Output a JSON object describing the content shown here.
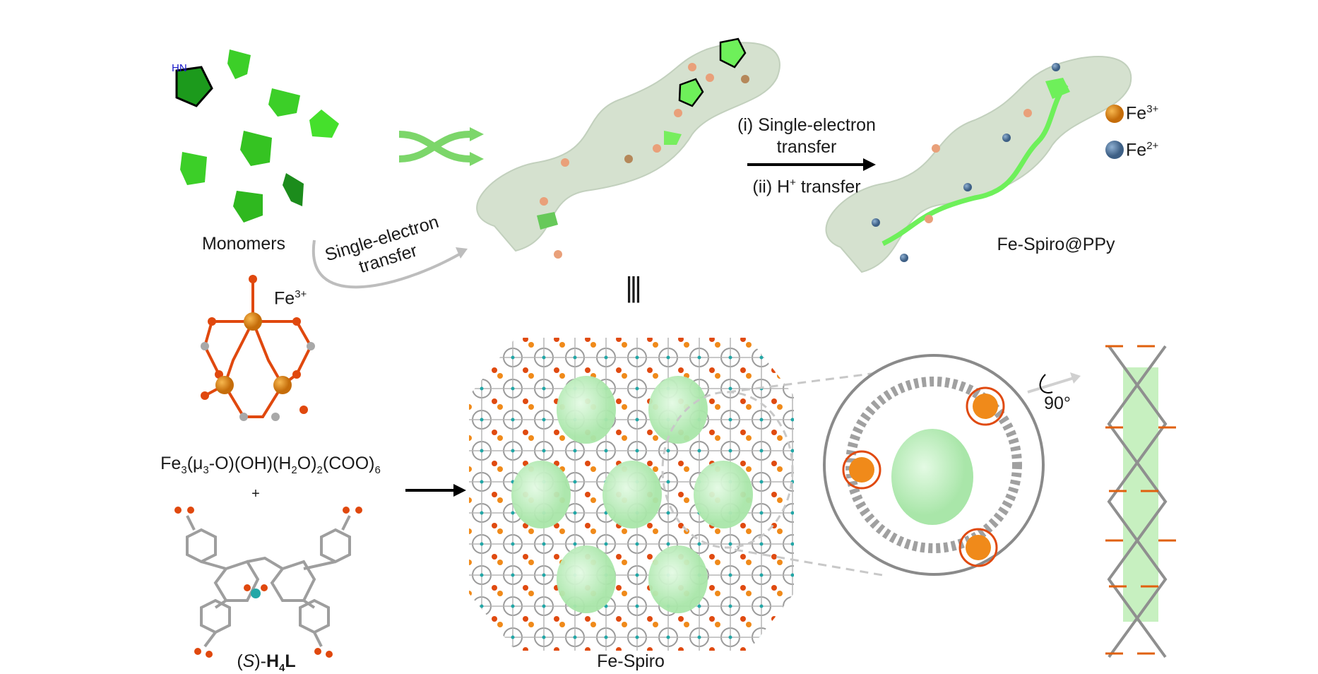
{
  "monomers_label": "Monomers",
  "curved_arrow_label": {
    "line1": "Single-electron",
    "line2": "transfer"
  },
  "reaction_arrow": {
    "step1_line1": "(i) Single-electron",
    "step1_line2": "transfer",
    "step2_prefix": "(ii) H",
    "step2_sup": "+",
    "step2_suffix": " transfer"
  },
  "legend": [
    {
      "label": "Fe",
      "charge": "3+",
      "color": "#e08a1e"
    },
    {
      "label": "Fe",
      "charge": "2+",
      "color": "#5a7fa6"
    }
  ],
  "product_label": "Fe-Spiro@PPy",
  "equivalence_symbol": "|||",
  "cluster_label": {
    "ion": "Fe",
    "charge": "3+"
  },
  "formula": {
    "parts": [
      "Fe",
      "3",
      "(μ",
      "3",
      "-O)(OH)(H",
      "2",
      "O)",
      "2",
      "(COO)",
      "6"
    ]
  },
  "plus": "+",
  "ligand_label": {
    "prefix": "(",
    "italic": "S",
    "mid": ")-",
    "bold": "H",
    "sub": "4",
    "bold2": "L"
  },
  "framework_label": "Fe-Spiro",
  "rotation_label": "90°",
  "pyrrole_label": "HN",
  "colors": {
    "pore": "#b8efb8",
    "monomer": "#3fd02a",
    "tube": "#d7e3d0",
    "fe": "#f5a623",
    "oxygen": "#e0480e"
  }
}
